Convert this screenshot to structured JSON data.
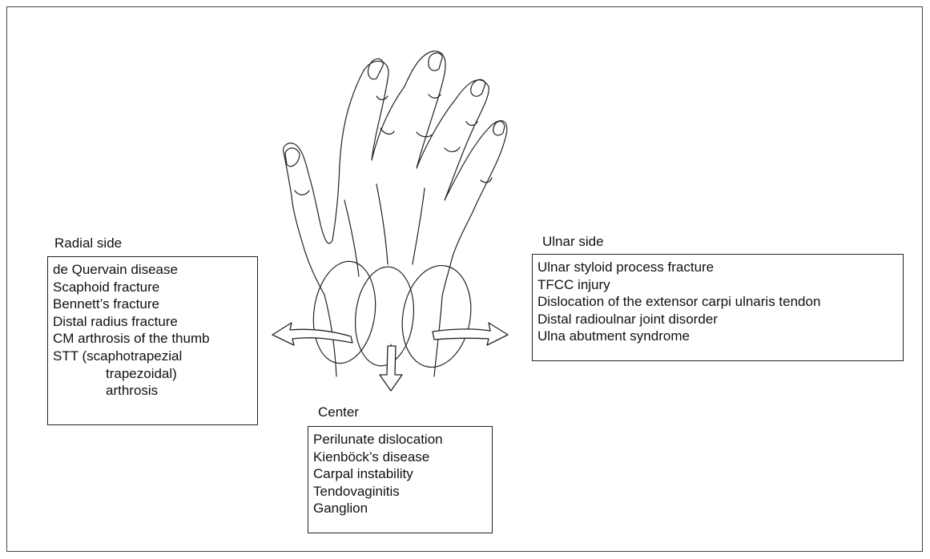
{
  "radial": {
    "heading": "Radial side",
    "items": [
      "de Quervain disease",
      "Scaphoid fracture",
      "Bennett’s fracture",
      "Distal radius fracture",
      "CM arthrosis of the thumb",
      "STT (scaphotrapezial",
      "trapezoidal)",
      "arthrosis"
    ]
  },
  "ulnar": {
    "heading": "Ulnar side",
    "items": [
      "Ulnar styloid process fracture",
      "TFCC injury",
      "Dislocation of the extensor carpi ulnaris tendon",
      "Distal radioulnar joint disorder",
      "Ulna abutment syndrome"
    ]
  },
  "center": {
    "heading": "Center",
    "items": [
      "Perilunate dislocation",
      "Kienböck’s disease",
      "Carpal instability",
      "Tendovaginitis",
      "Ganglion"
    ]
  }
}
